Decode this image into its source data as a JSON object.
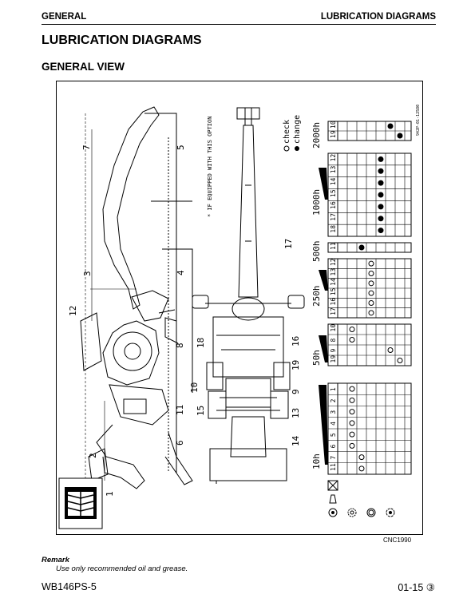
{
  "header": {
    "section": "GENERAL",
    "chapter": "LUBRICATION DIAGRAMS"
  },
  "page_title": "LUBRICATION DIAGRAMS",
  "subtitle": "GENERAL VIEW",
  "diagram": {
    "option_note": "* IF EQUIPPED WITH THIS OPTION",
    "part_code": "942P-01-12580",
    "legend_check": "check",
    "legend_change": "change",
    "callouts": [
      "1",
      "2",
      "3",
      "4",
      "5",
      "6",
      "7",
      "8",
      "9",
      "10",
      "11",
      "12",
      "13",
      "14",
      "15",
      "16",
      "17",
      "18",
      "19"
    ],
    "interval_10h": "10h",
    "interval_50h": "50h",
    "interval_250h": "250h",
    "interval_500h": "500h",
    "interval_1000h": "1000h",
    "interval_2000h": "2000h",
    "group_10h": [
      "1",
      "2",
      "3",
      "4",
      "5",
      "6",
      "7",
      "11"
    ],
    "group_50h": [
      "10",
      "8",
      "9",
      "19"
    ],
    "group_250h": [
      "12",
      "13",
      "14",
      "15",
      "16",
      "17"
    ],
    "group_500h": [
      "11"
    ],
    "group_1000h": [
      "12",
      "13",
      "14",
      "15",
      "16",
      "17",
      "18"
    ],
    "group_2000h": [
      "10",
      "19"
    ],
    "symbol_labels": [
      "grease gun",
      "oil can",
      "engine oil",
      "gear oil",
      "hydraulic oil",
      "axle oil"
    ]
  },
  "figure_code": "CNC1990",
  "remark": {
    "title": "Remark",
    "text": "Use only recommended oil and grease."
  },
  "footer": {
    "model": "WB146PS-5",
    "page": "01-15 ③"
  }
}
